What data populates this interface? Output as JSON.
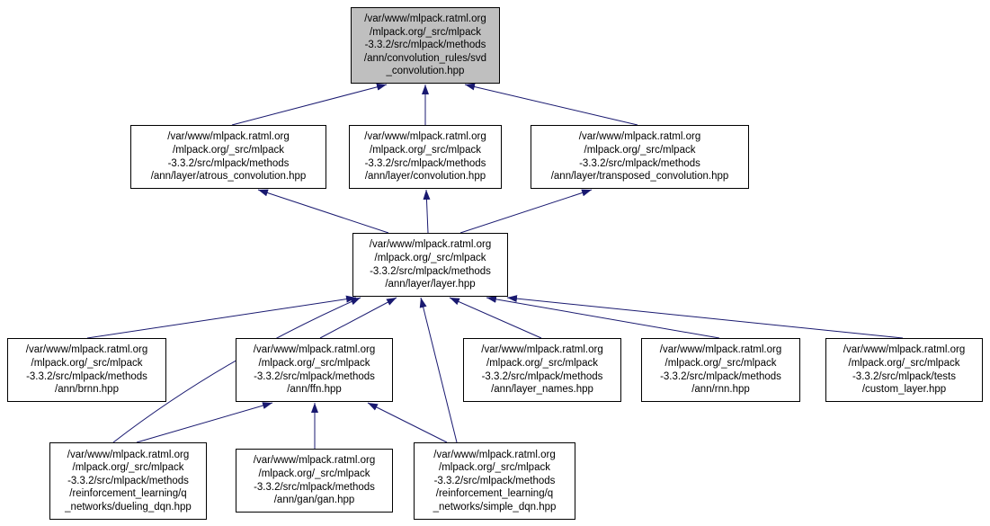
{
  "diagram": {
    "type": "include-dependency-graph",
    "arrow_color": "#191970",
    "node_border_color": "#000000",
    "node_background": "#ffffff",
    "highlighted_node_background": "#bfbfbf"
  },
  "nodes": {
    "svd_convolution": {
      "label": "/var/www/mlpack.ratml.org\n/mlpack.org/_src/mlpack\n-3.3.2/src/mlpack/methods\n/ann/convolution_rules/svd\n_convolution.hpp",
      "highlighted": true
    },
    "atrous_convolution": {
      "label": "/var/www/mlpack.ratml.org\n/mlpack.org/_src/mlpack\n-3.3.2/src/mlpack/methods\n/ann/layer/atrous_convolution.hpp",
      "highlighted": false
    },
    "convolution": {
      "label": "/var/www/mlpack.ratml.org\n/mlpack.org/_src/mlpack\n-3.3.2/src/mlpack/methods\n/ann/layer/convolution.hpp",
      "highlighted": false
    },
    "transposed_convolution": {
      "label": "/var/www/mlpack.ratml.org\n/mlpack.org/_src/mlpack\n-3.3.2/src/mlpack/methods\n/ann/layer/transposed_convolution.hpp",
      "highlighted": false
    },
    "layer": {
      "label": "/var/www/mlpack.ratml.org\n/mlpack.org/_src/mlpack\n-3.3.2/src/mlpack/methods\n/ann/layer/layer.hpp",
      "highlighted": false
    },
    "brnn": {
      "label": "/var/www/mlpack.ratml.org\n/mlpack.org/_src/mlpack\n-3.3.2/src/mlpack/methods\n/ann/brnn.hpp",
      "highlighted": false
    },
    "ffn": {
      "label": "/var/www/mlpack.ratml.org\n/mlpack.org/_src/mlpack\n-3.3.2/src/mlpack/methods\n/ann/ffn.hpp",
      "highlighted": false
    },
    "layer_names": {
      "label": "/var/www/mlpack.ratml.org\n/mlpack.org/_src/mlpack\n-3.3.2/src/mlpack/methods\n/ann/layer_names.hpp",
      "highlighted": false
    },
    "rnn": {
      "label": "/var/www/mlpack.ratml.org\n/mlpack.org/_src/mlpack\n-3.3.2/src/mlpack/methods\n/ann/rnn.hpp",
      "highlighted": false
    },
    "custom_layer": {
      "label": "/var/www/mlpack.ratml.org\n/mlpack.org/_src/mlpack\n-3.3.2/src/mlpack/tests\n/custom_layer.hpp",
      "highlighted": false
    },
    "dueling_dqn": {
      "label": "/var/www/mlpack.ratml.org\n/mlpack.org/_src/mlpack\n-3.3.2/src/mlpack/methods\n/reinforcement_learning/q\n_networks/dueling_dqn.hpp",
      "highlighted": false
    },
    "gan": {
      "label": "/var/www/mlpack.ratml.org\n/mlpack.org/_src/mlpack\n-3.3.2/src/mlpack/methods\n/ann/gan/gan.hpp",
      "highlighted": false
    },
    "simple_dqn": {
      "label": "/var/www/mlpack.ratml.org\n/mlpack.org/_src/mlpack\n-3.3.2/src/mlpack/methods\n/reinforcement_learning/q\n_networks/simple_dqn.hpp",
      "highlighted": false
    }
  },
  "edges": [
    {
      "from": "atrous_convolution",
      "to": "svd_convolution"
    },
    {
      "from": "convolution",
      "to": "svd_convolution"
    },
    {
      "from": "transposed_convolution",
      "to": "svd_convolution"
    },
    {
      "from": "layer",
      "to": "atrous_convolution"
    },
    {
      "from": "layer",
      "to": "convolution"
    },
    {
      "from": "layer",
      "to": "transposed_convolution"
    },
    {
      "from": "brnn",
      "to": "layer"
    },
    {
      "from": "ffn",
      "to": "layer"
    },
    {
      "from": "layer_names",
      "to": "layer"
    },
    {
      "from": "rnn",
      "to": "layer"
    },
    {
      "from": "custom_layer",
      "to": "layer"
    },
    {
      "from": "dueling_dqn",
      "to": "layer"
    },
    {
      "from": "simple_dqn",
      "to": "layer"
    },
    {
      "from": "dueling_dqn",
      "to": "ffn"
    },
    {
      "from": "gan",
      "to": "ffn"
    },
    {
      "from": "simple_dqn",
      "to": "ffn"
    }
  ]
}
